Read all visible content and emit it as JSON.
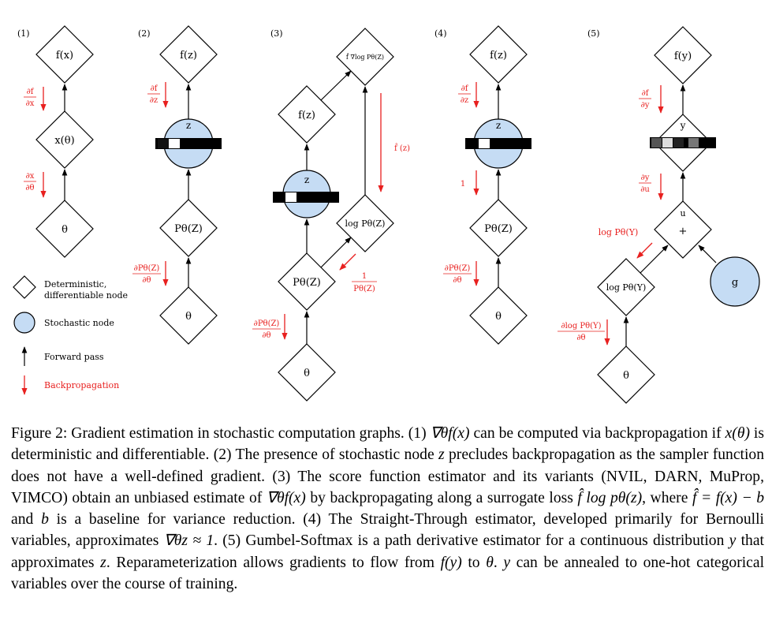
{
  "colors": {
    "backprop": "#e8201f",
    "stochastic_fill": "#c5dcf4",
    "ink": "#000000"
  },
  "panels": [
    {
      "label": "(1)",
      "nodes": [
        "f(x)",
        "x(θ)",
        "θ"
      ],
      "gradients": [
        {
          "num": "∂f",
          "den": "∂x"
        },
        {
          "num": "∂x",
          "den": "∂θ"
        }
      ]
    },
    {
      "label": "(2)",
      "nodes": [
        "f(z)",
        "z",
        "Pθ(Z)",
        "θ"
      ],
      "gradients": [
        {
          "num": "∂f",
          "den": "∂z"
        },
        {
          "num": "∂Pθ(Z)",
          "den": "∂θ"
        }
      ]
    },
    {
      "label": "(3)",
      "nodes": [
        "f̂ ∇log Pθ(Z)",
        "f(z)",
        "z",
        "log Pθ(Z)",
        "Pθ(Z)",
        "θ"
      ],
      "gradients": [
        {
          "text": "f̂ (z)"
        },
        {
          "num": "1",
          "den": "Pθ(Z)"
        },
        {
          "num": "∂Pθ(Z)",
          "den": "∂θ"
        }
      ]
    },
    {
      "label": "(4)",
      "nodes": [
        "f(z)",
        "z",
        "Pθ(Z)",
        "θ"
      ],
      "gradients": [
        {
          "num": "∂f",
          "den": "∂z"
        },
        {
          "text": "1"
        },
        {
          "num": "∂Pθ(Z)",
          "den": "∂θ"
        }
      ]
    },
    {
      "label": "(5)",
      "nodes": [
        "f(y)",
        "y",
        "u",
        "+",
        "g",
        "log Pθ(Y)",
        "θ"
      ],
      "gradients": [
        {
          "num": "∂f",
          "den": "∂y"
        },
        {
          "num": "∂y",
          "den": "∂u"
        },
        {
          "text": "log Pθ(Y)"
        },
        {
          "num": "∂log Pθ(Y)",
          "den": "∂θ"
        }
      ]
    }
  ],
  "legend": {
    "deterministic": "Deterministic,",
    "deterministic_line2": "differentiable node",
    "stochastic": "Stochastic node",
    "forward": "Forward pass",
    "backprop": "Backpropagation"
  },
  "caption": {
    "p1": "Figure 2: Gradient estimation in stochastic computation graphs. (1) ",
    "m1": "∇θf(x)",
    "p2": " can be computed via backpropagation if ",
    "m2": "x(θ)",
    "p3": " is deterministic and differentiable. (2) The presence of stochastic node ",
    "m3": "z",
    "p4": " precludes backpropagation as the sampler function does not have a well-defined gradient. (3) The score function estimator and its variants (NVIL, DARN, MuProp, VIMCO) obtain an unbiased estimate of ",
    "m4": "∇θf(x)",
    "p5": " by backpropagating along a surrogate loss ",
    "m5": "f̂ log pθ(z)",
    "p6": ", where ",
    "m6": "f̂ = f(x) − b",
    "p7": " and ",
    "m7": "b",
    "p8": " is a baseline for variance reduction. (4) The Straight-Through estimator, developed primarily for Bernoulli variables, approximates ",
    "m8": "∇θz ≈ 1",
    "p9": ". (5) Gumbel-Softmax is a path derivative estimator for a continuous distribution ",
    "m9": "y",
    "p10": " that approximates ",
    "m10": "z",
    "p11": ". Reparameterization allows gradients to flow from ",
    "m11": "f(y)",
    "p12": " to ",
    "m12": "θ",
    "p13": ". ",
    "m13": "y",
    "p14": " can be annealed to one-hot categorical variables over the course of training."
  }
}
